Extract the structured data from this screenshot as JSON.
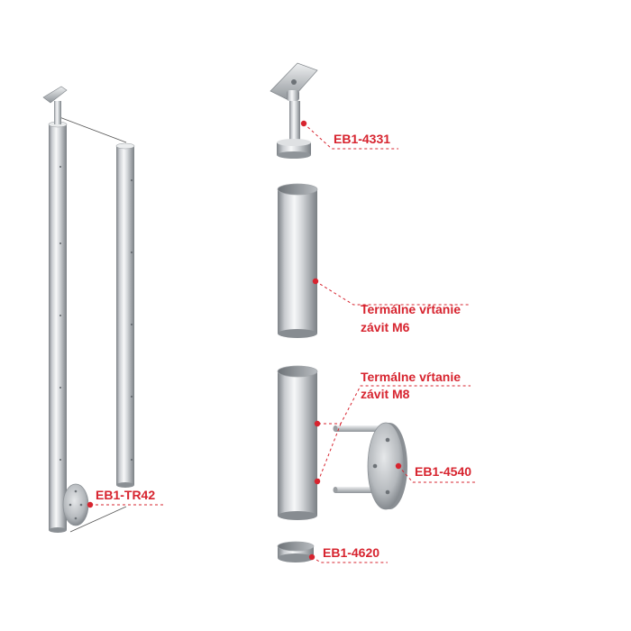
{
  "colors": {
    "accent": "#d7242f",
    "steel_dark": "#8e9398",
    "steel_light": "#f4f5f6"
  },
  "labels": {
    "post": "EB1-TR42",
    "saddle": "EB1-4331",
    "thread_m6_line1": "Termálne vŕtanie",
    "thread_m6_line2": "závit M6",
    "thread_m8_line1": "Termálne vŕtanie",
    "thread_m8_line2": "závit M8",
    "flange": "EB1-4540",
    "cap": "EB1-4620"
  }
}
